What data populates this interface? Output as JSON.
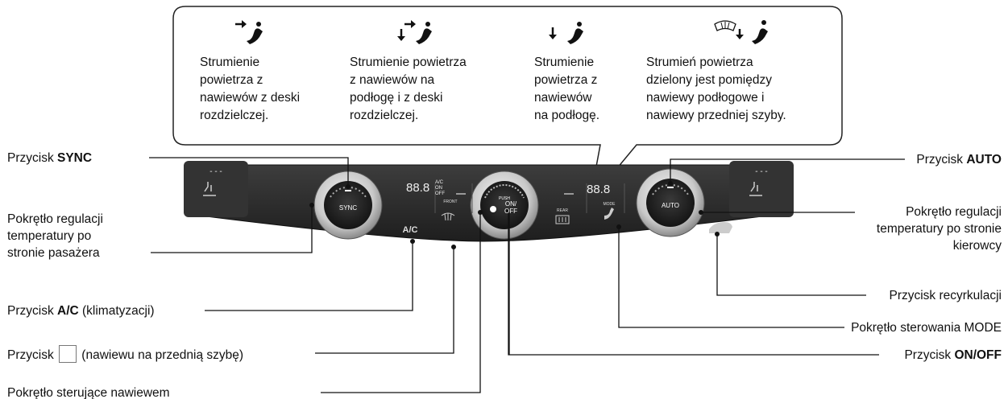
{
  "modes": [
    {
      "text": "Strumienie\npowietrza z\nnawiewów z deski\nrozdzielczej."
    },
    {
      "text": "Strumienie powietrza\nz nawiewów na\npodłogę i z deski\nrozdzielczej."
    },
    {
      "text": "Strumienie\npowietrza z\nnawiewów\nna podłogę."
    },
    {
      "text": "Strumień powietrza\ndzielony jest pomiędzy\nnawiewy podłogowe i\nnawiewy przedniej szyby."
    }
  ],
  "labels": {
    "sync": {
      "prefix": "Przycisk ",
      "bold": "SYNC"
    },
    "passenger_temp": {
      "text": "Pokrętło regulacji\ntemperatury po\nstronie pasażera"
    },
    "ac": {
      "prefix": "Przycisk ",
      "bold": "A/C",
      "suffix": " (klimatyzacji)"
    },
    "front": {
      "prefix": "Przycisk ",
      "suffix": " (nawiewu na przednią szybę)"
    },
    "fan": {
      "text": "Pokrętło sterujące nawiewem"
    },
    "auto": {
      "prefix": "Przycisk ",
      "bold": "AUTO"
    },
    "driver_temp": {
      "text": "Pokrętło regulacji\ntemperatury po stronie\nkierowcy"
    },
    "recirc": {
      "text": "Przycisk recyrkulacji"
    },
    "mode": {
      "text": "Pokrętło sterowania MODE"
    },
    "onoff": {
      "prefix": "Przycisk ",
      "bold": "ON/OFF"
    }
  },
  "panel": {
    "sync_knob": "SYNC",
    "auto_knob": "AUTO",
    "ac_button": "A/C",
    "front_button": "FRONT",
    "rear_button": "REAR",
    "mode_button": "MODE",
    "push_text": "PUSH",
    "on_text": "ON/",
    "off_text": "OFF",
    "left_display": "88.8",
    "left_display_ac": "A/C",
    "left_display_on": "ON",
    "left_display_off": "OFF",
    "right_display": "88.8",
    "seat_left_dashes": "- - -",
    "seat_right_dashes": "- - -"
  },
  "icons": [
    "mode-face-icon",
    "mode-floor-face-icon",
    "mode-floor-icon",
    "mode-floor-defrost-icon",
    "seat-heater-icon",
    "front-defrost-icon",
    "rear-defrost-icon",
    "recirculation-icon",
    "fan-icon"
  ]
}
